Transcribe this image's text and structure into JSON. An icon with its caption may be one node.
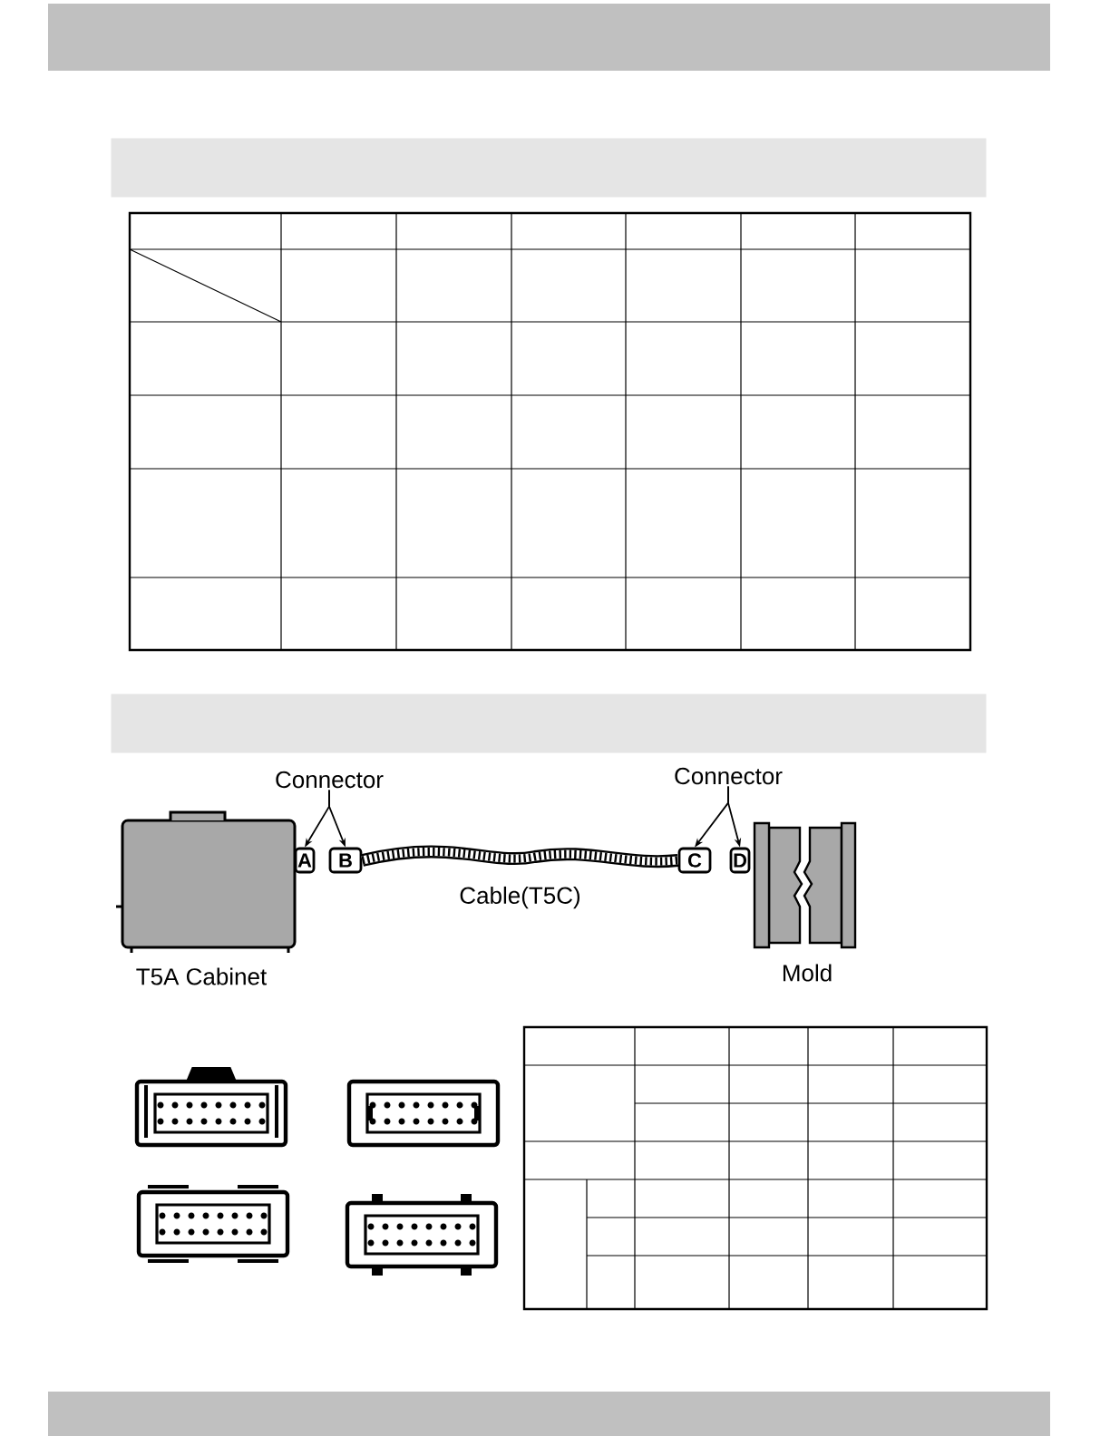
{
  "diagram": {
    "nodes": [
      {
        "text": [],
        "shape": "bar"
      },
      {
        "text": [],
        "shape": "bar"
      },
      {
        "text": [
          "Connector"
        ]
      },
      {
        "text": [
          "A"
        ]
      },
      {
        "text": [
          "B"
        ]
      },
      {
        "text": [
          "Connector"
        ]
      },
      {
        "text": [
          "C"
        ]
      },
      {
        "text": [
          "D"
        ]
      }
    ],
    "edges": [
      {
        "from": 2,
        "to": 3,
        "arrow": "to"
      },
      {
        "from": 2,
        "to": 4,
        "arrow": "to"
      },
      {
        "from": 5,
        "to": 6,
        "arrow": "to"
      },
      {
        "from": 5,
        "to": 7,
        "arrow": "to"
      },
      {
        "from": 4,
        "to": 6,
        "arrow": "none",
        "label": "Cable(T5C)",
        "style": "thick"
      }
    ],
    "labels": [
      "T5A Cabinet",
      "Mold"
    ]
  }
}
